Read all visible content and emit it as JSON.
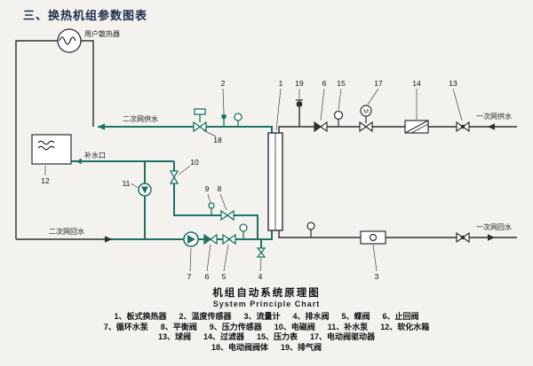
{
  "title": "三、换热机组参数图表",
  "diagram": {
    "labels": {
      "radiator": "用户散热器",
      "secondary_supply": "二次网供水",
      "secondary_return": "二次网回水",
      "primary_supply": "一次网供水",
      "primary_return": "一次网回水",
      "makeup_port": "补水口",
      "motor": "M"
    },
    "callouts": {
      "top": [
        "2",
        "1",
        "19",
        "6",
        "15",
        "17",
        "14",
        "13"
      ],
      "mid": [
        "18",
        "10",
        "11",
        "12",
        "9",
        "8"
      ],
      "bottom": [
        "7",
        "6",
        "5",
        "4",
        "3"
      ]
    }
  },
  "caption": {
    "zh": "机组自动系统原理图",
    "en": "System Principle Chart"
  },
  "legend": {
    "rows": [
      [
        "1、板式换热器",
        "2、温度传感器",
        "3、流量计",
        "4、排水阀",
        "5、蝶阀",
        "6、止回阀"
      ],
      [
        "7、循环水泵",
        "8、平衡阀",
        "9、压力传感器",
        "10、电磁阀",
        "11、补水泵",
        "12、软化水箱"
      ],
      [
        "13、球阀",
        "14、过滤器",
        "15、压力表",
        "17、电动阀驱动器"
      ],
      [
        "18、电动阀阀体",
        "19、排气阀"
      ]
    ]
  },
  "colors": {
    "pipe_primary": "#2e2e2e",
    "pipe_secondary": "#1d7360"
  }
}
